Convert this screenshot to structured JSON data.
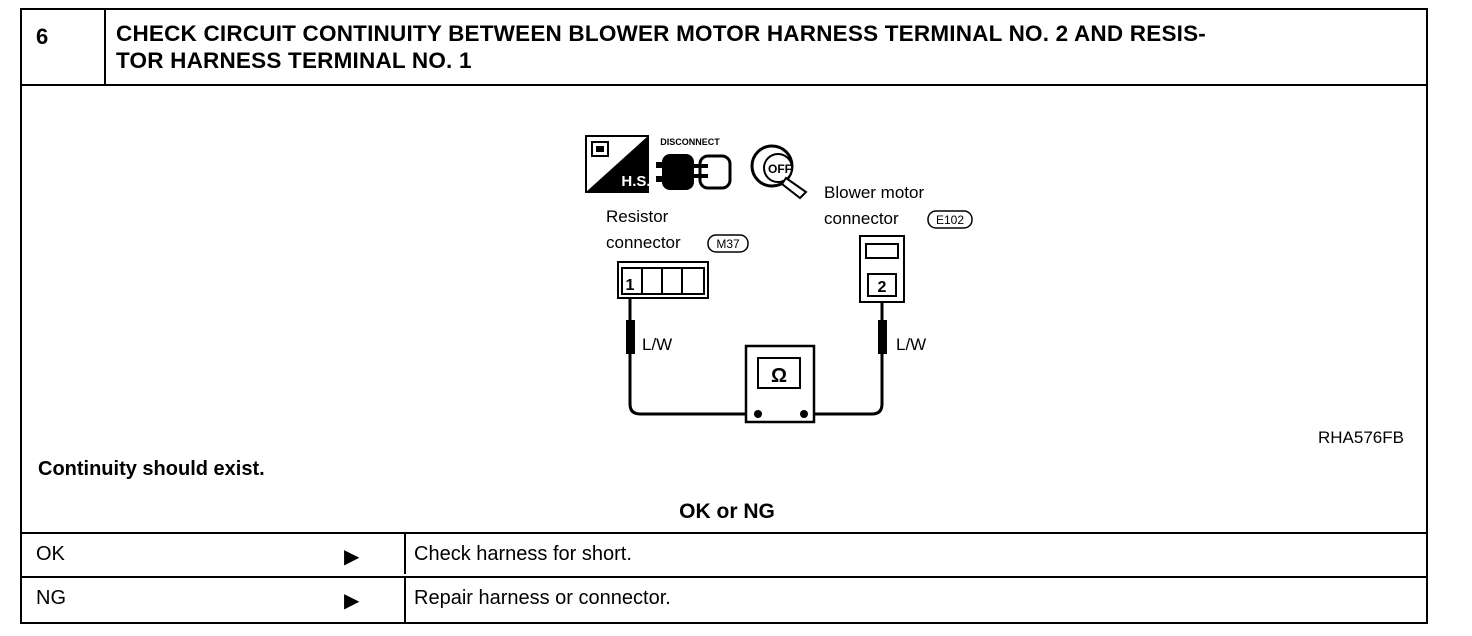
{
  "step": {
    "number": "6",
    "title": "CHECK CIRCUIT CONTINUITY BETWEEN BLOWER MOTOR HARNESS TERMINAL NO. 2 AND RESIS- TOR HARNESS TERMINAL NO. 1"
  },
  "diagram": {
    "badge_hs": "H.S.",
    "disconnect_label": "DISCONNECT",
    "ignition_label": "OFF",
    "resistor_connector": {
      "line1": "Resistor",
      "line2": "connector",
      "code": "M37",
      "terminal": "1",
      "wire": "L/W"
    },
    "blower_connector": {
      "line1": "Blower  motor",
      "line2": "connector",
      "code": "E102",
      "terminal": "2",
      "wire": "L/W"
    },
    "ohmmeter_symbol": "Ω",
    "reference_code": "RHA576FB"
  },
  "note": "Continuity should exist.",
  "decision_heading": "OK or NG",
  "results": [
    {
      "result": "OK",
      "action": "Check harness for short."
    },
    {
      "result": "NG",
      "action": "Repair harness or connector."
    }
  ],
  "icons": {
    "arrow": "right-triangle-arrow-icon"
  }
}
